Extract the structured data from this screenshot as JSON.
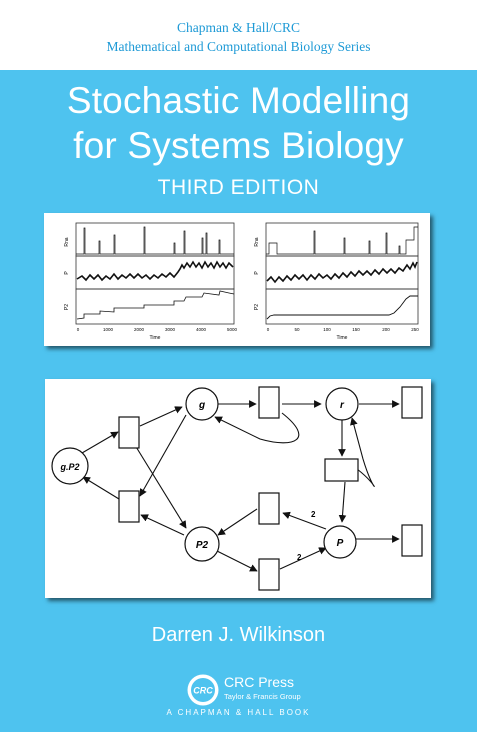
{
  "series": {
    "line1": "Chapman & Hall/CRC",
    "line2": "Mathematical and Computational Biology Series"
  },
  "title": {
    "line1": "Stochastic Modelling",
    "line2": "for Systems Biology"
  },
  "edition": "THIRD EDITION",
  "plots": {
    "left": {
      "row_labels": [
        "Rna",
        "P",
        "P2"
      ],
      "x_ticks": [
        "0",
        "1000",
        "2000",
        "3000",
        "4000",
        "5000"
      ],
      "xlabel": "Time"
    },
    "right": {
      "row_labels": [
        "Rna",
        "P",
        "P2"
      ],
      "x_ticks": [
        "0",
        "50",
        "100",
        "150",
        "200",
        "250"
      ],
      "xlabel": "Time"
    }
  },
  "petri_net": {
    "places": {
      "g": "g",
      "r": "r",
      "gp2": "g.P2",
      "p2": "P2",
      "p": "P"
    },
    "arc_weights": {
      "upper": "2",
      "lower": "2"
    }
  },
  "author": "Darren J. Wilkinson",
  "publisher": {
    "logo_text": "CRC",
    "name": "CRC Press",
    "group": "Taylor & Francis Group",
    "imprint": "A CHAPMAN & HALL BOOK"
  },
  "colors": {
    "background": "#4ec3ef",
    "series_text": "#1e9ad6"
  }
}
